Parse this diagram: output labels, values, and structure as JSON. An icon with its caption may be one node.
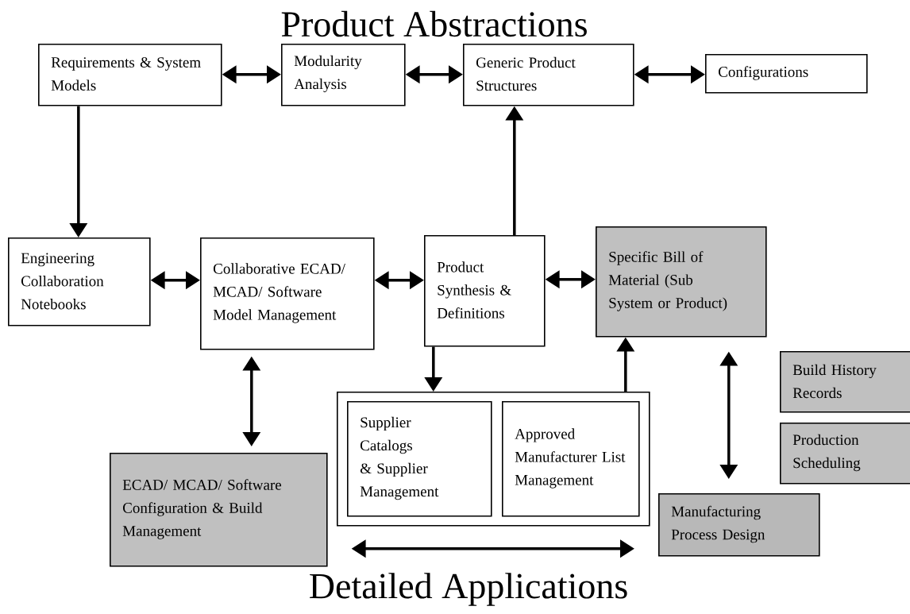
{
  "diagram": {
    "title": "Product Abstractions",
    "nodes": [
      {
        "text": [
          "Requirements & System Models"
        ]
      },
      {
        "text": [
          "Modularity Analysis"
        ]
      },
      {
        "text": [
          "Generic Product Structures"
        ]
      },
      {
        "text": [
          "Configurations"
        ]
      },
      {
        "text": [
          "Engineering Collaboration Notebooks"
        ]
      },
      {
        "text": [
          "Collaborative ECAD/ MCAD/ Software Model Management"
        ]
      },
      {
        "text": [
          "Product Synthesis & Definitions"
        ]
      },
      {
        "text": [
          "Specific Bill of Material (Sub System or Product)"
        ]
      },
      {
        "text": [
          "Build History Records"
        ]
      },
      {
        "text": [],
        "shape": "box"
      },
      {
        "text": [
          "Supplier Catalogs & Supplier Management"
        ],
        "in": 9
      },
      {
        "text": [
          "Approved Manufacturer List Management"
        ],
        "in": 9
      },
      {
        "text": [
          "Production Scheduling"
        ]
      },
      {
        "text": [
          "ECAD/ MCAD/ Software Configuration & Build Management"
        ]
      },
      {
        "text": [
          "Manufacturing Process Design"
        ]
      }
    ],
    "edges": [
      {
        "from": 0,
        "to": 1,
        "arrow": "both"
      },
      {
        "from": 1,
        "to": 2,
        "arrow": "both"
      },
      {
        "from": 2,
        "to": 3,
        "arrow": "both"
      },
      {
        "from": 0,
        "to": 4,
        "arrow": "to"
      },
      {
        "from": 4,
        "to": 5,
        "arrow": "both"
      },
      {
        "from": 5,
        "to": 6,
        "arrow": "both"
      },
      {
        "from": 6,
        "to": 7,
        "arrow": "both"
      },
      {
        "from": 6,
        "to": 2,
        "arrow": "to"
      },
      {
        "from": 5,
        "to": 13,
        "arrow": "both"
      },
      {
        "from": 6,
        "to": 9,
        "arrow": "to"
      },
      {
        "from": 9,
        "to": 7,
        "arrow": "to"
      },
      {
        "from": 7,
        "to": 14,
        "arrow": "both"
      },
      {
        "from": 13,
        "to": 14,
        "arrow": "both"
      }
    ],
    "labels": [
      "Detailed Applications"
    ]
  }
}
